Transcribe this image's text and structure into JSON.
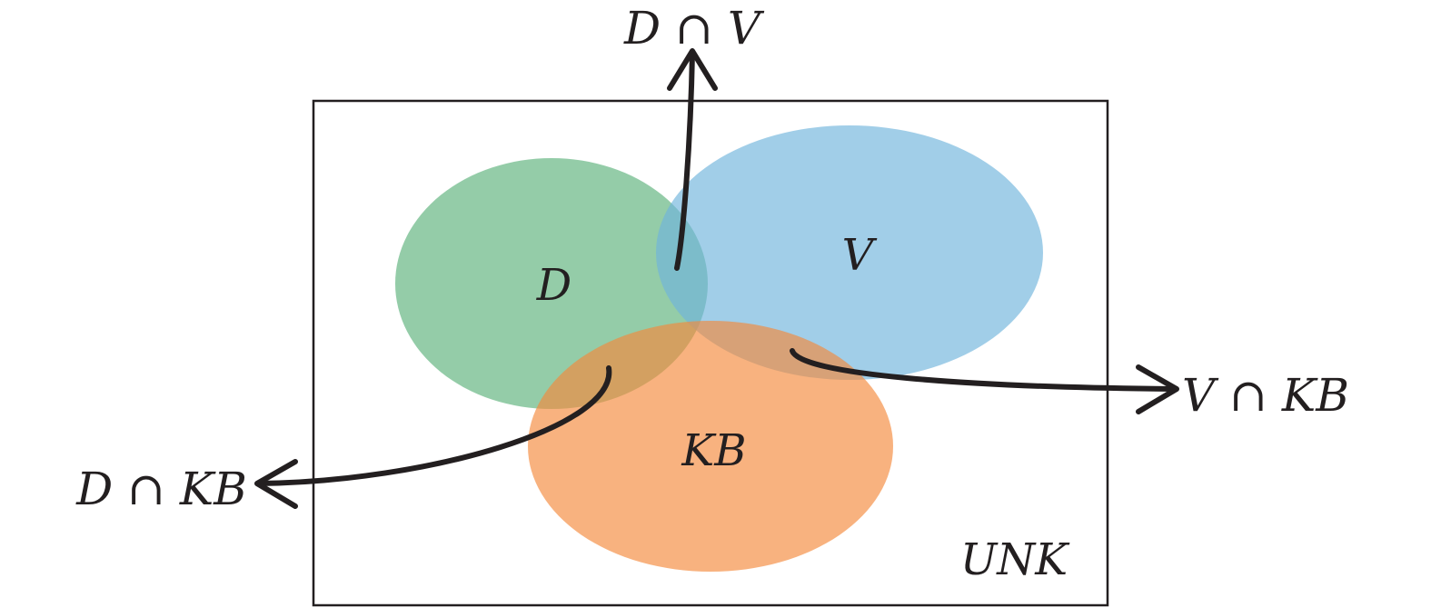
{
  "labels": {
    "d": "D",
    "v": "V",
    "kb": "KB",
    "unk": "UNK",
    "d_and_v": "D ∩ V",
    "v_and_kb": "V ∩ KB",
    "d_and_kb": "D ∩ KB"
  },
  "colors": {
    "d": "#5bb07a",
    "v": "#6fb4dc",
    "kb": "#f4893a",
    "stroke": "#231f20"
  }
}
